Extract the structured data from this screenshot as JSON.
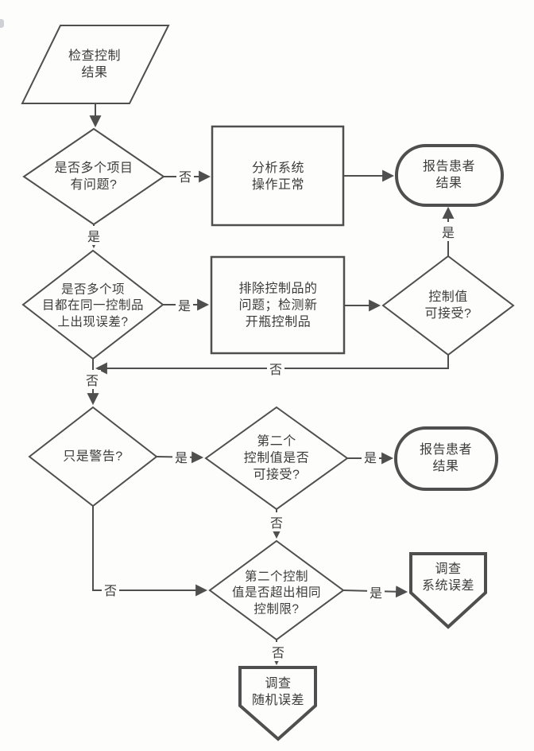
{
  "flowchart": {
    "colors": {
      "stroke": "#4f4f4f",
      "text": "#3c3c3c",
      "background": "#fdfdfc"
    },
    "nodes": {
      "start": "检查控制\n结果",
      "multiple_items_problem": "是否多个项目\n有问题?",
      "system_normal": "分析系统\n操作正常",
      "report_results_1": "报告患者\n结果",
      "same_control_error": "是否多个项\n目都在同一控制品\n上出现误差?",
      "test_new_control": "排除控制品的\n问题；检测新\n开瓶控制品",
      "control_acceptable": "控制值\n可接受?",
      "only_warning": "只是警告?",
      "second_control_acceptable": "第二个\n控制值是否\n可接受?",
      "report_results_2": "报告患者\n结果",
      "second_exceeds_same_limit": "第二个控制\n值是否超出相同\n控制限?",
      "investigate_systematic_error": "调查\n系统误差",
      "investigate_random_error": "调查\n随机误差"
    },
    "labels": {
      "yes": "是",
      "no": "否"
    }
  }
}
